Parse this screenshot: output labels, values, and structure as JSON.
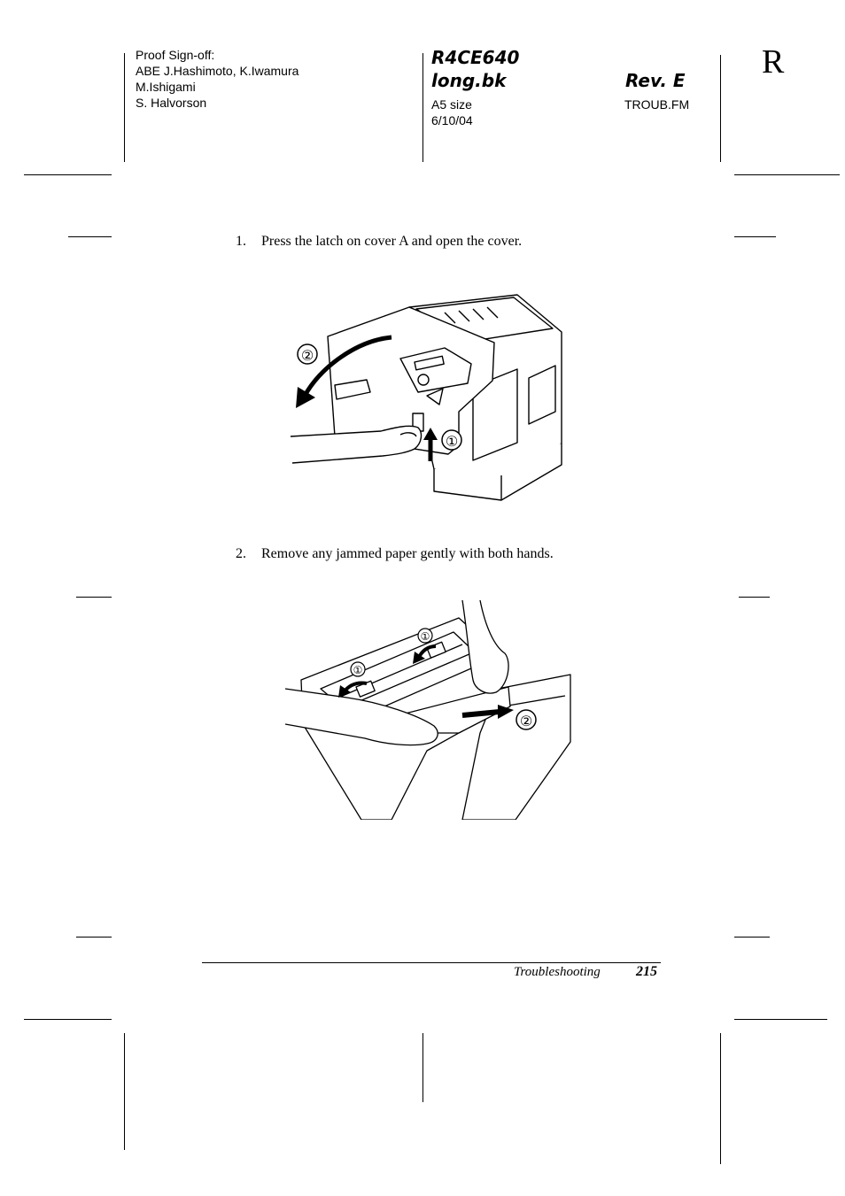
{
  "header": {
    "proof_lines": [
      "Proof Sign-off:",
      "ABE J.Hashimoto, K.Iwamura",
      "M.Ishigami",
      "S. Halvorson"
    ],
    "doc_code": "R4CE640",
    "book": "long.bk",
    "rev": "Rev. E",
    "size": "A5 size",
    "date": "6/10/04",
    "file": "TROUB.FM",
    "section_letter": "R"
  },
  "steps": [
    {
      "num": "1.",
      "text": "Press the latch on cover A and open the cover."
    },
    {
      "num": "2.",
      "text": "Remove any jammed paper gently with both hands."
    }
  ],
  "figures": {
    "fig1_callouts": [
      "②",
      "①"
    ],
    "fig2_callouts": [
      "①",
      "①",
      "②"
    ]
  },
  "footer": {
    "section": "Troubleshooting",
    "page": "215"
  }
}
